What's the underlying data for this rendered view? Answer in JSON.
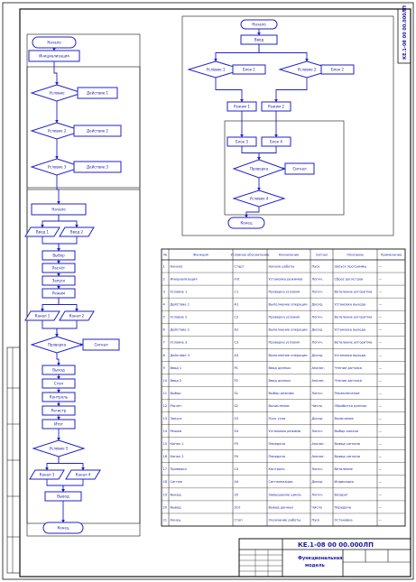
{
  "colors": {
    "flow_line": "#1f22c9",
    "frame_line": "#111111",
    "text": "#1a1aa6"
  },
  "drawing": {
    "code": "КЕ.1-08 00 00.000ЛП",
    "title_line1": "Функциональная",
    "title_line2": "модель"
  },
  "flowchart_left": {
    "nodes": {
      "begin": "Начало",
      "init": "Инициализация",
      "c1": "Условие",
      "a1": "Действие 1",
      "c2": "Условие 2",
      "a2": "Действие 2",
      "c3": "Условие 3",
      "a3": "Действие 3",
      "block2_start": "Начало",
      "p1": "Ввод 1",
      "p2": "Ввод 2",
      "s1": "Выбор",
      "s2": "Расчёт",
      "s3": "Запуск",
      "s4": "Режим",
      "p3": "Канал 1",
      "p4": "Канал 2",
      "c4": "Проверка",
      "a4": "Сигнал",
      "s5": "Выход",
      "s6": "Стоп",
      "s7": "Контроль",
      "s8": "Регистр",
      "s9": "Итог",
      "c5": "Условие 5",
      "p5": "Канал 3",
      "p6": "Канал 4",
      "s10": "Вывод",
      "end": "Конец"
    }
  },
  "flowchart_right": {
    "nodes": {
      "r_begin": "Начало",
      "r_init": "Ввод",
      "rc1": "Условие 1",
      "rc2": "Условие 2",
      "rb1": "Блок 1",
      "rb2": "Блок 2",
      "rs1": "Режим 1",
      "rs2": "Режим 2",
      "rs3": "Блок 3",
      "rs4": "Блок 4",
      "rc3": "Проверка",
      "ra3": "Сигнал",
      "rc4": "Условие 4",
      "r_end": "Конец"
    }
  },
  "table": {
    "headers": [
      "№",
      "Функция",
      "Условное обозначение",
      "Назначение",
      "Сигнал",
      "Описание",
      "Примечание"
    ],
    "rows": [
      [
        "1",
        "Начало",
        "Старт",
        "Начало работы",
        "Пуск",
        "Запуск программы",
        "—"
      ],
      [
        "2",
        "Инициализация",
        "Init",
        "Установка режимов",
        "Логич.",
        "Сброс регистров",
        "—"
      ],
      [
        "3",
        "Условие 1",
        "C1",
        "Проверка условия",
        "Логич.",
        "Ветвление алгоритма",
        "—"
      ],
      [
        "4",
        "Действие 1",
        "A1",
        "Выполнение операции",
        "Дискр.",
        "Установка выхода",
        "—"
      ],
      [
        "5",
        "Условие 2",
        "C2",
        "Проверка условия",
        "Логич.",
        "Ветвление алгоритма",
        "—"
      ],
      [
        "6",
        "Действие 2",
        "A2",
        "Выполнение операции",
        "Дискр.",
        "Установка выхода",
        "—"
      ],
      [
        "7",
        "Условие 3",
        "C3",
        "Проверка условия",
        "Логич.",
        "Ветвление алгоритма",
        "—"
      ],
      [
        "8",
        "Действие 3",
        "A3",
        "Выполнение операции",
        "Дискр.",
        "Установка выхода",
        "—"
      ],
      [
        "9",
        "Ввод 1",
        "P1",
        "Ввод данных",
        "Аналог.",
        "Чтение датчика",
        "—"
      ],
      [
        "10",
        "Ввод 2",
        "P2",
        "Ввод данных",
        "Аналог.",
        "Чтение датчика",
        "—"
      ],
      [
        "11",
        "Выбор",
        "S1",
        "Выбор режима",
        "Логич.",
        "Переключение",
        "—"
      ],
      [
        "12",
        "Расчёт",
        "S2",
        "Вычисление",
        "Число",
        "Обработка данных",
        "—"
      ],
      [
        "13",
        "Запуск",
        "S3",
        "Пуск узла",
        "Дискр.",
        "Включение",
        "—"
      ],
      [
        "14",
        "Режим",
        "S4",
        "Установка режима",
        "Логич.",
        "Выбор канала",
        "—"
      ],
      [
        "15",
        "Канал 1",
        "P3",
        "Передача",
        "Аналог.",
        "Вывод сигнала",
        "—"
      ],
      [
        "16",
        "Канал 2",
        "P4",
        "Передача",
        "Аналог.",
        "Вывод сигнала",
        "—"
      ],
      [
        "17",
        "Проверка",
        "C4",
        "Контроль",
        "Логич.",
        "Ветвление",
        "—"
      ],
      [
        "18",
        "Сигнал",
        "A4",
        "Сигнализация",
        "Дискр.",
        "Индикация",
        "—"
      ],
      [
        "19",
        "Выход",
        "S5",
        "Завершение цикла",
        "Логич.",
        "Возврат",
        "—"
      ],
      [
        "20",
        "Вывод",
        "S10",
        "Вывод данных",
        "Число",
        "Передача",
        "—"
      ],
      [
        "21",
        "Конец",
        "Стоп",
        "Окончание работы",
        "Пуск",
        "Остановка",
        "—"
      ]
    ]
  }
}
